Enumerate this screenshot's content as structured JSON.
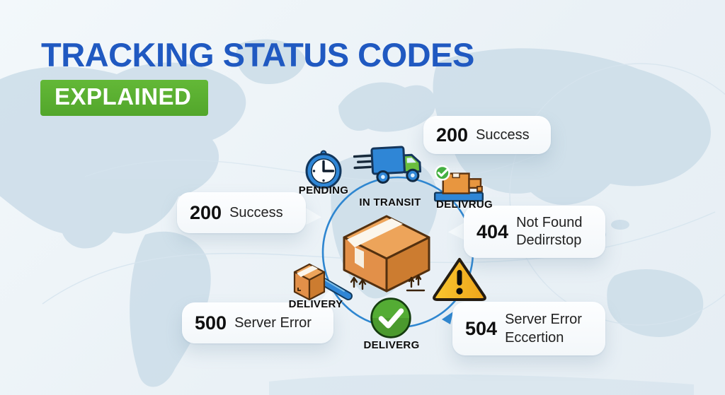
{
  "header": {
    "title": "TRACKING STATUS CODES",
    "badge": "EXPLAINED"
  },
  "stages": {
    "pending": {
      "label": "PENDING",
      "icon": "clock-icon"
    },
    "in_transit": {
      "label": "IN TRANSIT",
      "icon": "truck-icon"
    },
    "delivered": {
      "label": "DELIVRUG",
      "icon": "package-check-icon"
    },
    "delivery": {
      "label": "DELIVERY",
      "icon": "handcart-box-icon"
    },
    "delivered_check": {
      "label": "DELIVERG",
      "icon": "check-circle-icon"
    },
    "exception": {
      "label": "",
      "icon": "warning-triangle-icon"
    }
  },
  "center": {
    "icon": "package-box-icon"
  },
  "badges": {
    "top_right": {
      "code": "200",
      "label": "Success"
    },
    "left": {
      "code": "200",
      "label": "Success"
    },
    "right": {
      "code": "404",
      "line1": "Not Found",
      "line2": "Dedirrstop"
    },
    "bottom_left": {
      "code": "500",
      "label": "Server Error"
    },
    "bottom_right": {
      "code": "504",
      "line1": "Server Error",
      "line2": "Eccertion"
    }
  },
  "colors": {
    "title_blue": "#2059c1",
    "badge_green": "#5ab231",
    "ring_blue": "#2e86d0",
    "package_orange": "#e0914a",
    "warning_yellow": "#f5b01f",
    "check_green": "#54ac34",
    "map_land": "#cddee9",
    "background": "#edf3f7"
  }
}
